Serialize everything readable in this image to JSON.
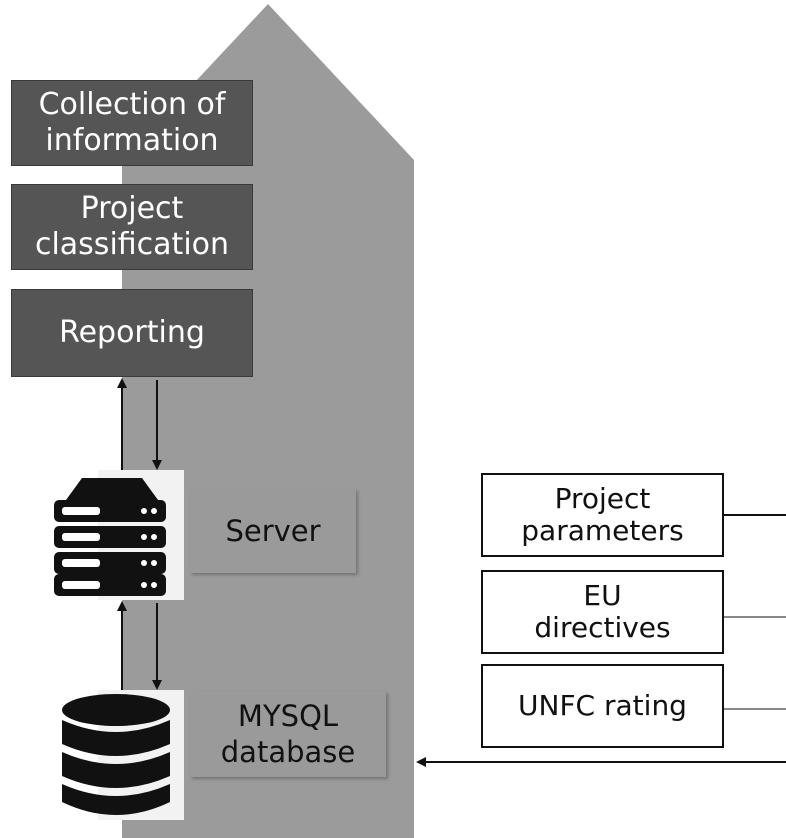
{
  "process": {
    "collection": "Collection of\ninformation",
    "classification": "Project\nclassification",
    "reporting": "Reporting"
  },
  "server": {
    "label": "Server",
    "icon": "server-rack-icon"
  },
  "database": {
    "label": "MYSQL\ndatabase",
    "icon": "database-cylinder-icon"
  },
  "inputs": {
    "project_parameters": "Project\nparameters",
    "eu_directives": "EU\ndirectives",
    "unfc_rating": "UNFC rating"
  },
  "colors": {
    "big_arrow": "#9b9b9b",
    "dark_box": "#555555",
    "label_box": "#9a9a9a"
  }
}
